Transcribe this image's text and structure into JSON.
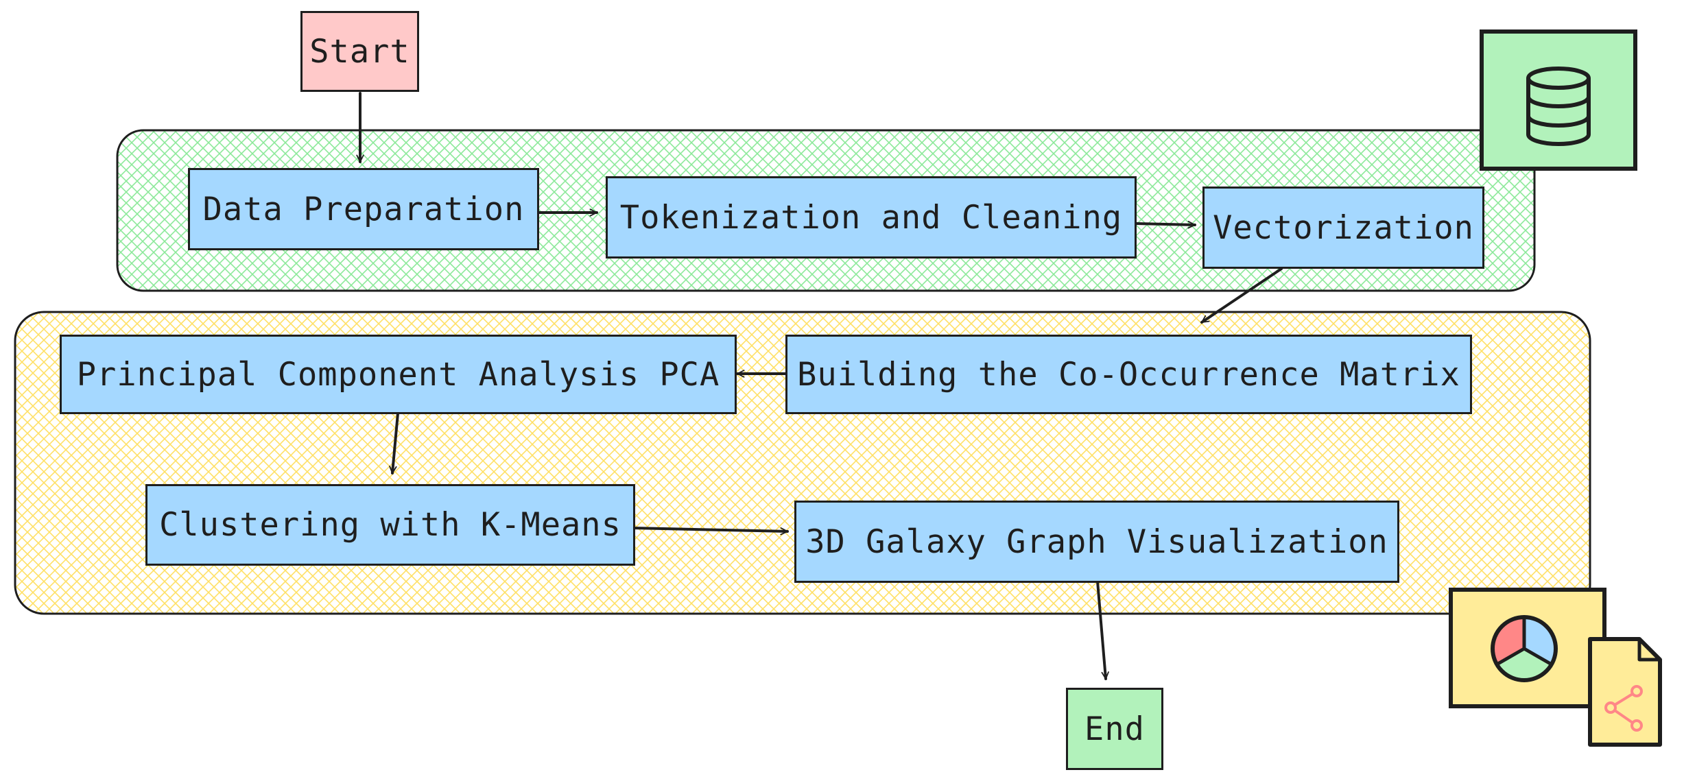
{
  "nodes": {
    "start": "Start",
    "data_preparation": "Data Preparation",
    "tokenization": "Tokenization and Cleaning",
    "vectorization": "Vectorization",
    "cooccurrence": "Building the Co-Occurrence Matrix",
    "pca": "Principal Component Analysis PCA",
    "clustering": "Clustering with K-Means",
    "galaxy": "3D Galaxy Graph Visualization",
    "end": "End"
  },
  "groups": {
    "preprocessing_fill": "#b2f2bb",
    "analysis_fill": "#ffec99"
  },
  "icons": {
    "group1": "database-icon",
    "group2": "pie-chart-icon",
    "group2_secondary": "share-document-icon"
  },
  "colors": {
    "process": "#a5d8ff",
    "start": "#ffc9c9",
    "end": "#b2f2bb",
    "stroke": "#1e1e1e",
    "chart_red": "#ff8787",
    "chart_blue": "#a5d8ff",
    "chart_green": "#b2f2bb",
    "note_yellow": "#ffec99"
  }
}
